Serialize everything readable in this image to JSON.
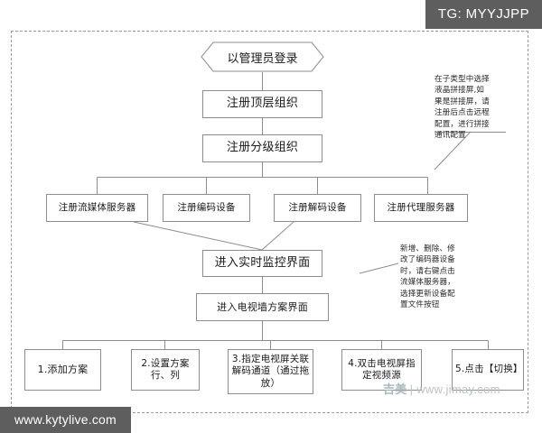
{
  "badges": {
    "tg_label": "TG: MYYJJPP",
    "site_label": "www.kytylive.com",
    "watermark_cn": "吉美",
    "watermark_url": "| www.jimay.com"
  },
  "flow": {
    "start": {
      "label": "以管理员登录"
    },
    "step_top_org": {
      "label": "注册顶层组织"
    },
    "step_sub_org": {
      "label": "注册分级组织"
    },
    "register_row": [
      {
        "label": "注册流媒体服务器"
      },
      {
        "label": "注册编码设备"
      },
      {
        "label": "注册解码设备"
      },
      {
        "label": "注册代理服务器"
      }
    ],
    "step_monitor": {
      "label": "进入实时监控界面"
    },
    "step_tvwall": {
      "label": "进入电视墙方案界面"
    },
    "actions": [
      {
        "label": "1.添加方案"
      },
      {
        "label": "2.设置方案行、列"
      },
      {
        "label": "3.指定电视屏关联解码通道（通过拖放）"
      },
      {
        "label": "4.双击电视屏指定视频源"
      },
      {
        "label": "5.点击【切换】"
      }
    ]
  },
  "annotations": {
    "proxy_note": "在子类型中选择液晶拼接屏,如果是拼接屏，请注册后点击远程配置，进行拼接通讯配置",
    "stream_note": "新增、删除、修改了编码器设备时，请右键点击流媒体服务器，选择更新设备配置文件按钮"
  },
  "colors": {
    "border": "#8d8d8d",
    "badge_bg": "#5e5e5e",
    "frame": "#9a9a9a"
  }
}
